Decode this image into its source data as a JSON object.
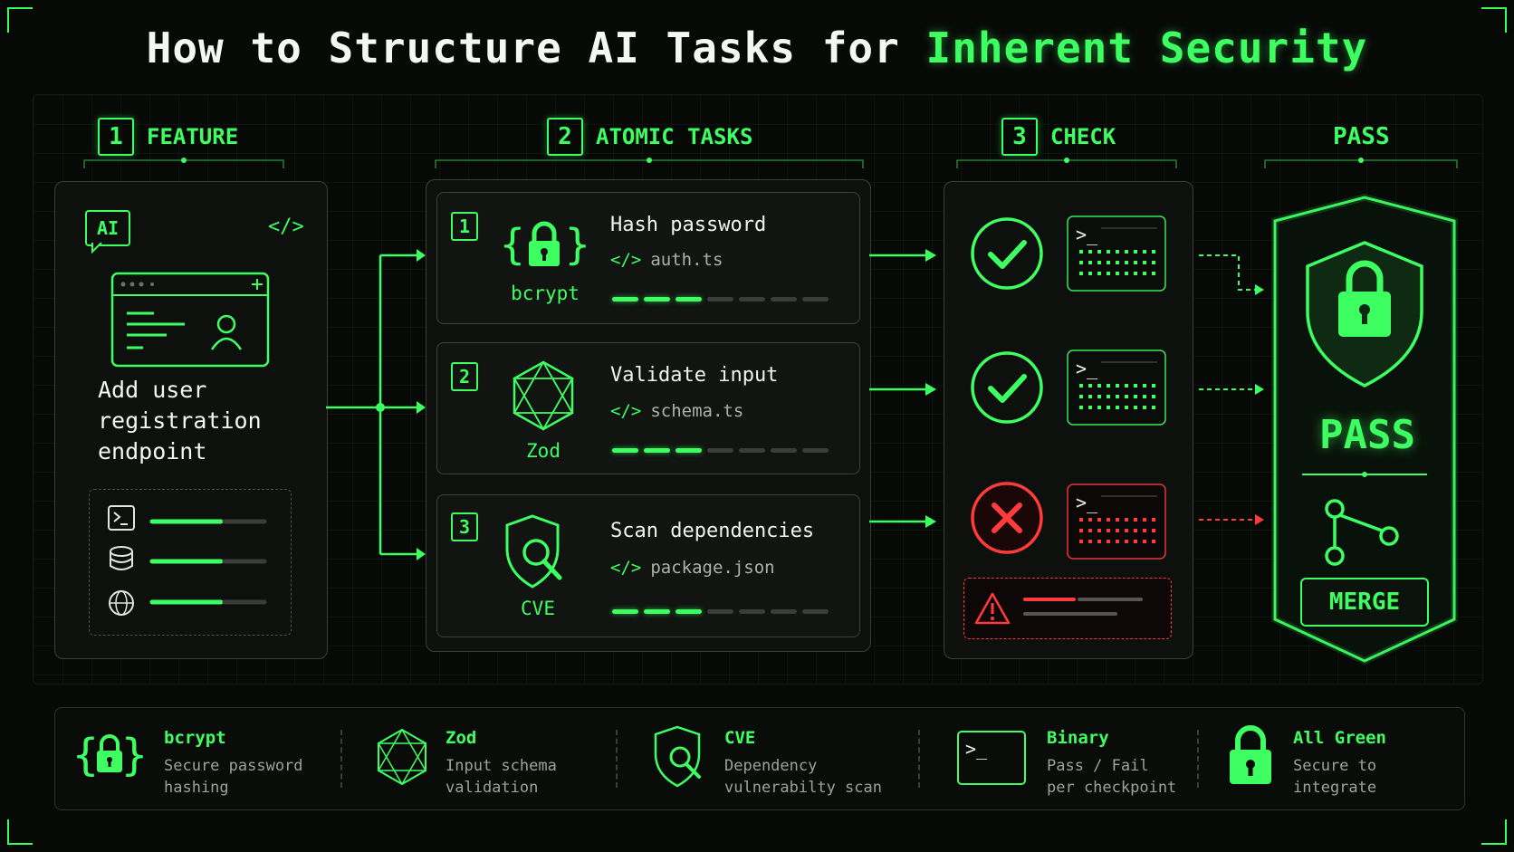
{
  "title": {
    "main": "How to Structure AI Tasks for ",
    "highlight": "Inherent Security"
  },
  "stages": {
    "feature": {
      "num": "1",
      "label": "FEATURE"
    },
    "atomic": {
      "num": "2",
      "label": "ATOMIC TASKS"
    },
    "check": {
      "num": "3",
      "label": "CHECK"
    },
    "pass": {
      "label": "PASS"
    }
  },
  "feature": {
    "ai_badge": "AI",
    "code_tag": "</>",
    "text": "Add user\nregistration\nendpoint"
  },
  "tasks": [
    {
      "num": "1",
      "title": "Hash password",
      "code": "</>",
      "file": "auth.ts",
      "lib": "bcrypt",
      "progress": [
        1,
        1,
        1,
        0,
        0,
        0,
        0
      ]
    },
    {
      "num": "2",
      "title": "Validate input",
      "code": "</>",
      "file": "schema.ts",
      "lib": "Zod",
      "progress": [
        1,
        1,
        1,
        0,
        0,
        0,
        0
      ]
    },
    {
      "num": "3",
      "title": "Scan dependencies",
      "code": "</>",
      "file": "package.json",
      "lib": "CVE",
      "progress": [
        1,
        1,
        1,
        0,
        0,
        0,
        0
      ]
    }
  ],
  "checks": [
    {
      "status": "pass",
      "prompt": ">_"
    },
    {
      "status": "pass",
      "prompt": ">_"
    },
    {
      "status": "fail",
      "prompt": ">_"
    }
  ],
  "pass_panel": {
    "word": "PASS",
    "merge": "MERGE"
  },
  "legend": [
    {
      "icon": "bcrypt-lock-icon",
      "title": "bcrypt",
      "desc": "Secure password\nhashing"
    },
    {
      "icon": "zod-icon",
      "title": "Zod",
      "desc": "Input schema\nvalidation"
    },
    {
      "icon": "cve-shield-icon",
      "title": "CVE",
      "desc": "Dependency\nvulnerabilty scan"
    },
    {
      "icon": "terminal-icon",
      "title": "Binary",
      "desc": "Pass / Fail\nper checkpoint"
    },
    {
      "icon": "padlock-icon",
      "title": "All Green",
      "desc": "Secure to\nintegrate"
    }
  ],
  "colors": {
    "green": "#3dff62",
    "red": "#ff3b3b",
    "bg": "#070907"
  }
}
